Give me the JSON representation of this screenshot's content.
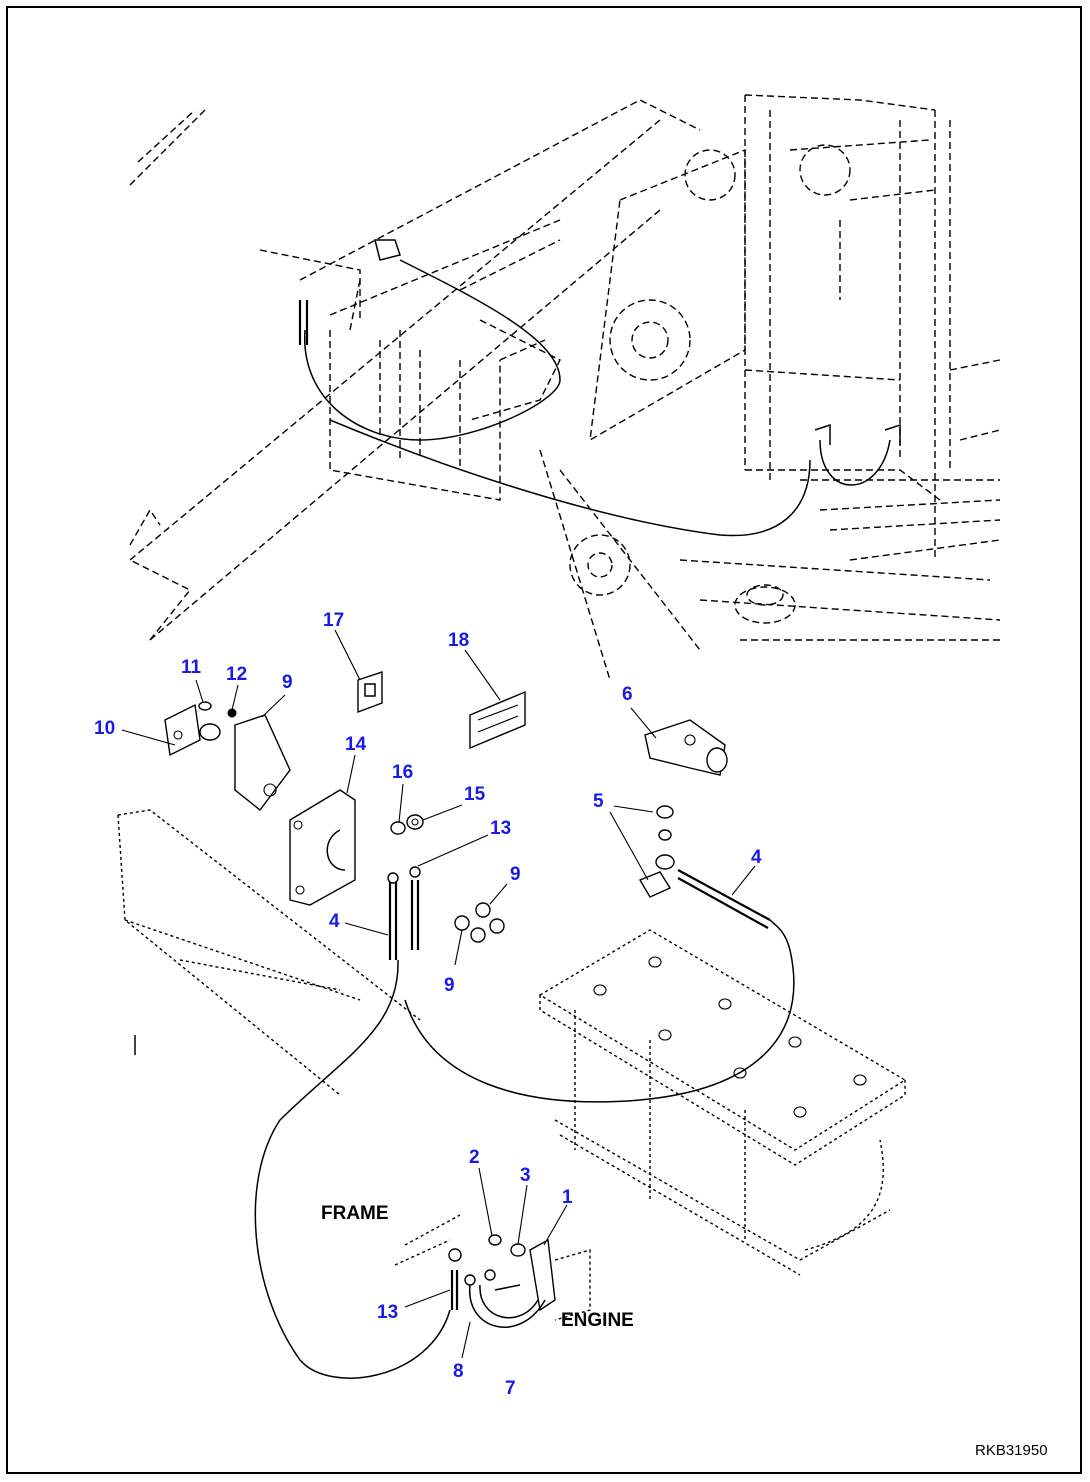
{
  "callouts": [
    {
      "id": "c17",
      "text": "17"
    },
    {
      "id": "c18",
      "text": "18"
    },
    {
      "id": "c11",
      "text": "11"
    },
    {
      "id": "c12",
      "text": "12"
    },
    {
      "id": "c9a",
      "text": "9"
    },
    {
      "id": "c10",
      "text": "10"
    },
    {
      "id": "c14",
      "text": "14"
    },
    {
      "id": "c16",
      "text": "16"
    },
    {
      "id": "c15",
      "text": "15"
    },
    {
      "id": "c13a",
      "text": "13"
    },
    {
      "id": "c6",
      "text": "6"
    },
    {
      "id": "c5",
      "text": "5"
    },
    {
      "id": "c4a",
      "text": "4"
    },
    {
      "id": "c4b",
      "text": "4"
    },
    {
      "id": "c9b",
      "text": "9"
    },
    {
      "id": "c9c",
      "text": "9"
    },
    {
      "id": "c2",
      "text": "2"
    },
    {
      "id": "c3",
      "text": "3"
    },
    {
      "id": "c1",
      "text": "1"
    },
    {
      "id": "c13b",
      "text": "13"
    },
    {
      "id": "c8",
      "text": "8"
    },
    {
      "id": "c7",
      "text": "7"
    }
  ],
  "labels": {
    "frame": "FRAME",
    "engine": "ENGINE"
  },
  "drawing_code": "RKB31950",
  "colors": {
    "callout": "#1a1ae6",
    "line": "#000000",
    "background": "#ffffff"
  }
}
